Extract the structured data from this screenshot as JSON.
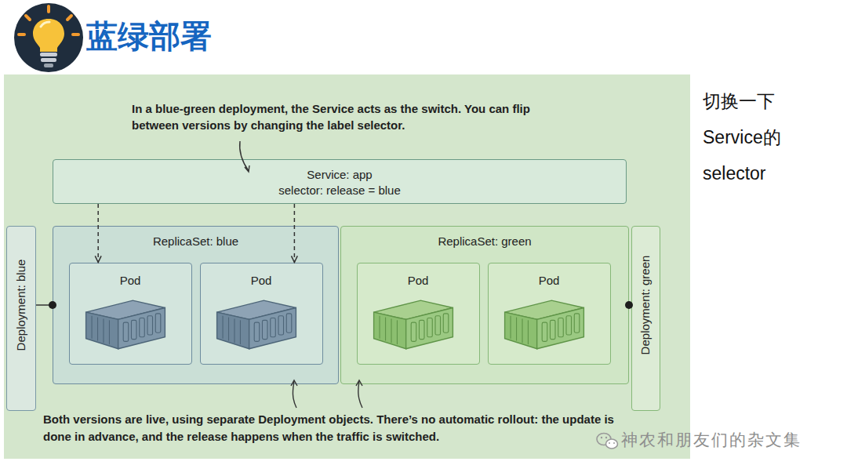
{
  "diagram": {
    "title": "蓝绿部署",
    "nodes": [
      {
        "text": [
          "Service: app",
          "selector: release = blue"
        ]
      },
      {
        "text": [
          "Deployment: blue"
        ]
      },
      {
        "text": [
          "ReplicaSet: blue"
        ]
      },
      {
        "text": [
          "Pod"
        ],
        "in": 2
      },
      {
        "text": [
          "Pod"
        ],
        "in": 2
      },
      {
        "text": [
          "ReplicaSet: green"
        ]
      },
      {
        "text": [
          "Pod"
        ],
        "in": 5
      },
      {
        "text": [
          "Pod"
        ],
        "in": 5
      },
      {
        "text": [
          "Deployment: green"
        ]
      }
    ],
    "edges": [
      {
        "from": 0,
        "to": 3,
        "arrow": "to"
      },
      {
        "from": 0,
        "to": 4,
        "arrow": "to"
      },
      {
        "from": 1,
        "to": 2,
        "arrow": "none"
      },
      {
        "from": 8,
        "to": 5,
        "arrow": "none"
      }
    ],
    "labels": [
      "In a blue-green deployment, the Service acts as the switch. You can flip between versions by changing the label selector.",
      "Both versions are live, using separate Deployment objects. There’s no automatic rollout: the update is done in advance, and the release happens when the traffic is switched.",
      "切换一下 Service的 selector",
      "神农和朋友们的杂文集"
    ]
  }
}
